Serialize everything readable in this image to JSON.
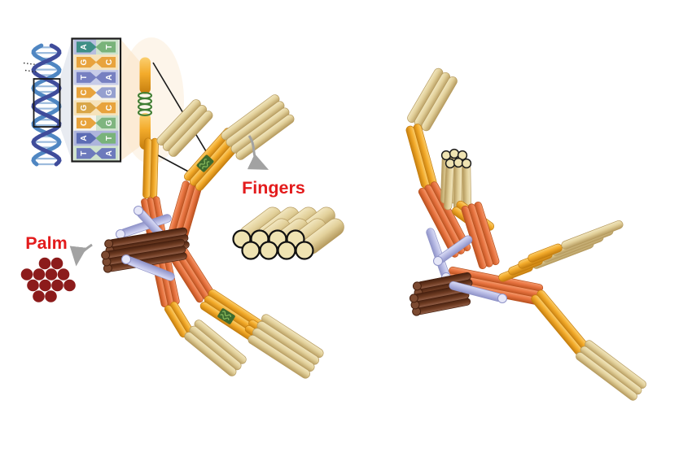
{
  "labels": {
    "fingers": "Fingers",
    "palm": "Palm"
  },
  "dna_inset": {
    "base_pairs": [
      {
        "left": "A",
        "right": "T",
        "left_color": "#3f8f86",
        "right_color": "#79b37a",
        "left_bg": "#b7bede",
        "right_bg": "#cfe3cd"
      },
      {
        "left": "G",
        "right": "C",
        "left_color": "#e8a33d",
        "right_color": "#e8a33d",
        "left_bg": "#f6e3bb",
        "right_bg": "#f6e3bb"
      },
      {
        "left": "T",
        "right": "A",
        "left_color": "#7780c1",
        "right_color": "#7780c1",
        "left_bg": "#c7cce9",
        "right_bg": "#c7cce9"
      },
      {
        "left": "C",
        "right": "G",
        "left_color": "#e8a33d",
        "right_color": "#96a0cf",
        "left_bg": "#f7f3ea",
        "right_bg": "#f7f3ea"
      },
      {
        "left": "G",
        "right": "C",
        "left_color": "#d9a648",
        "right_color": "#e8a33d",
        "left_bg": "#f6e3bb",
        "right_bg": "#f6e3bb"
      },
      {
        "left": "C",
        "right": "G",
        "left_color": "#e8a33d",
        "right_color": "#7fb57f",
        "left_bg": "#f7f3ea",
        "right_bg": "#cfe3cd"
      },
      {
        "left": "A",
        "right": "T",
        "left_color": "#5c6cb4",
        "right_color": "#79b37a",
        "left_bg": "#aeb5dc",
        "right_bg": "#aeb5dc"
      },
      {
        "left": "T",
        "right": "A",
        "left_color": "#6d7abc",
        "right_color": "#6d7abc",
        "left_bg": "#cfe3cd",
        "right_bg": "#cfe3cd"
      }
    ]
  },
  "cross_sections": {
    "fingers": {
      "rod_count": 8,
      "rows": [
        4,
        4
      ]
    },
    "palm": {
      "rod_count": 12,
      "rows": [
        2,
        4,
        4,
        2
      ]
    }
  },
  "palette": {
    "rod_tan": {
      "light": "#f2e7c0",
      "base": "#e2d09a",
      "dark": "#b59a5e",
      "end": "#efe3b2"
    },
    "rod_yellow": {
      "light": "#fbcf6f",
      "base": "#f3ab2b",
      "dark": "#c47d0e",
      "end": "#f7c96a"
    },
    "rod_orange": {
      "light": "#f49a6d",
      "base": "#e87441",
      "dark": "#b9511f",
      "end": "#ef8b5c"
    },
    "rod_brown": {
      "light": "#936049",
      "base": "#6e3b22",
      "dark": "#46200f",
      "end": "#7c4a31"
    },
    "rod_lavender": {
      "light": "#dcdef5",
      "base": "#b9bce5",
      "dark": "#8f93c8",
      "end": "#e6e7f8"
    },
    "coil_green_dark": "#3e6b2f",
    "coil_green_light": "#86b75c",
    "cylinder_coil": "#3e7d33",
    "palm_maroon": "#8c1b1b",
    "label_red": "#e31b1c",
    "arrow_gray": "#a2a2a2",
    "leader_black": "#1a1a1a",
    "box_border": "#1a1a1a",
    "helix_dark": "#3f4c9b",
    "helix_blue": "#4f86c2",
    "helix_rung": "#9cbbdd",
    "cone_gray": "#e6e9ef",
    "cone_peach": "#fbe9d0"
  }
}
